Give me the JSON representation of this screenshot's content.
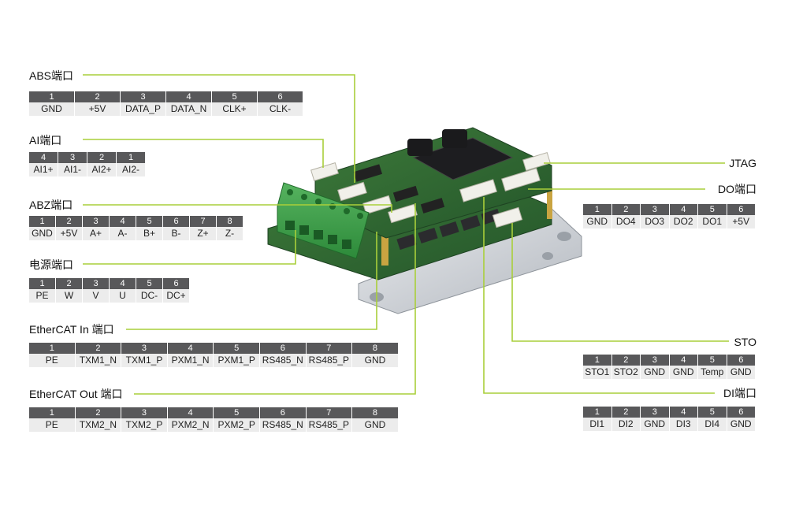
{
  "accent_color": "#a9cf3a",
  "connectors": [
    {
      "id": "abs",
      "title": "ABS端口",
      "pins": [
        [
          "1",
          "GND"
        ],
        [
          "2",
          "+5V"
        ],
        [
          "3",
          "DATA_P"
        ],
        [
          "4",
          "DATA_N"
        ],
        [
          "5",
          "CLK+"
        ],
        [
          "6",
          "CLK-"
        ]
      ]
    },
    {
      "id": "ai",
      "title": "AI端口",
      "pins": [
        [
          "4",
          "AI1+"
        ],
        [
          "3",
          "AI1-"
        ],
        [
          "2",
          "AI2+"
        ],
        [
          "1",
          "AI2-"
        ]
      ]
    },
    {
      "id": "abz",
      "title": "ABZ端口",
      "pins": [
        [
          "1",
          "GND"
        ],
        [
          "2",
          "+5V"
        ],
        [
          "3",
          "A+"
        ],
        [
          "4",
          "A-"
        ],
        [
          "5",
          "B+"
        ],
        [
          "6",
          "B-"
        ],
        [
          "7",
          "Z+"
        ],
        [
          "8",
          "Z-"
        ]
      ]
    },
    {
      "id": "power",
      "title": "电源端口",
      "pins": [
        [
          "1",
          "PE"
        ],
        [
          "2",
          "W"
        ],
        [
          "3",
          "V"
        ],
        [
          "4",
          "U"
        ],
        [
          "5",
          "DC-"
        ],
        [
          "6",
          "DC+"
        ]
      ]
    },
    {
      "id": "ecat-in",
      "title": "EtherCAT In 端口",
      "pins": [
        [
          "1",
          "PE"
        ],
        [
          "2",
          "TXM1_N"
        ],
        [
          "3",
          "TXM1_P"
        ],
        [
          "4",
          "PXM1_N"
        ],
        [
          "5",
          "PXM1_P"
        ],
        [
          "6",
          "RS485_N"
        ],
        [
          "7",
          "RS485_P"
        ],
        [
          "8",
          "GND"
        ]
      ]
    },
    {
      "id": "ecat-out",
      "title": "EtherCAT Out 端口",
      "pins": [
        [
          "1",
          "PE"
        ],
        [
          "2",
          "TXM2_N"
        ],
        [
          "3",
          "TXM2_P"
        ],
        [
          "4",
          "PXM2_N"
        ],
        [
          "5",
          "PXM2_P"
        ],
        [
          "6",
          "RS485_N"
        ],
        [
          "7",
          "RS485_P"
        ],
        [
          "8",
          "GND"
        ]
      ]
    },
    {
      "id": "jtag",
      "title": "JTAG",
      "pins": []
    },
    {
      "id": "do",
      "title": "DO端口",
      "pins": [
        [
          "1",
          "GND"
        ],
        [
          "2",
          "DO4"
        ],
        [
          "3",
          "DO3"
        ],
        [
          "4",
          "DO2"
        ],
        [
          "5",
          "DO1"
        ],
        [
          "6",
          "+5V"
        ]
      ]
    },
    {
      "id": "sto",
      "title": "STO",
      "pins": [
        [
          "1",
          "STO1"
        ],
        [
          "2",
          "STO2"
        ],
        [
          "3",
          "GND"
        ],
        [
          "4",
          "GND"
        ],
        [
          "5",
          "Temp"
        ],
        [
          "6",
          "GND"
        ]
      ]
    },
    {
      "id": "di",
      "title": "DI端口",
      "pins": [
        [
          "1",
          "DI1"
        ],
        [
          "2",
          "DI2"
        ],
        [
          "3",
          "GND"
        ],
        [
          "4",
          "DI3"
        ],
        [
          "5",
          "DI4"
        ],
        [
          "6",
          "GND"
        ]
      ]
    }
  ]
}
